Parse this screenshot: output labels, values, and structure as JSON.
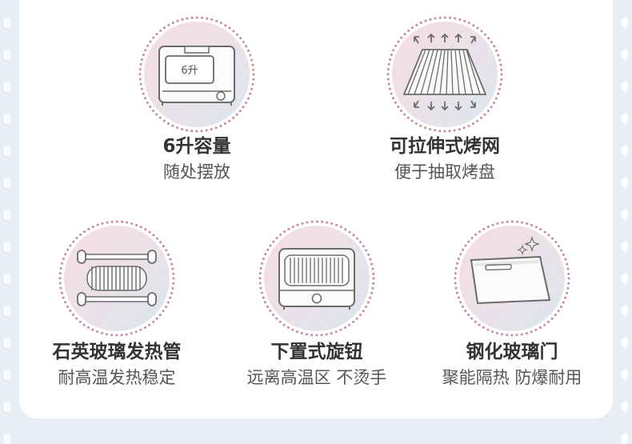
{
  "features": [
    {
      "title": "6升容量",
      "subtitle": "随处摆放",
      "icon": "oven-icon",
      "icon_label": "6升"
    },
    {
      "title": "可拉伸式烤网",
      "subtitle": "便于抽取烤盘",
      "icon": "extendable-rack-icon"
    },
    {
      "title": "石英玻璃发热管",
      "subtitle": "耐高温发热稳定",
      "icon": "heating-tube-icon"
    },
    {
      "title": "下置式旋钮",
      "subtitle": "远离高温区 不烫手",
      "icon": "bottom-knob-icon"
    },
    {
      "title": "钢化玻璃门",
      "subtitle": "聚能隔热 防爆耐用",
      "icon": "glass-door-icon"
    }
  ],
  "colors": {
    "background": "#e8eef4",
    "card": "#ffffff",
    "dotted_ring": "#c98a92",
    "title_text": "#333333",
    "subtitle_text": "#555555",
    "icon_stroke": "#6b6b6b"
  }
}
